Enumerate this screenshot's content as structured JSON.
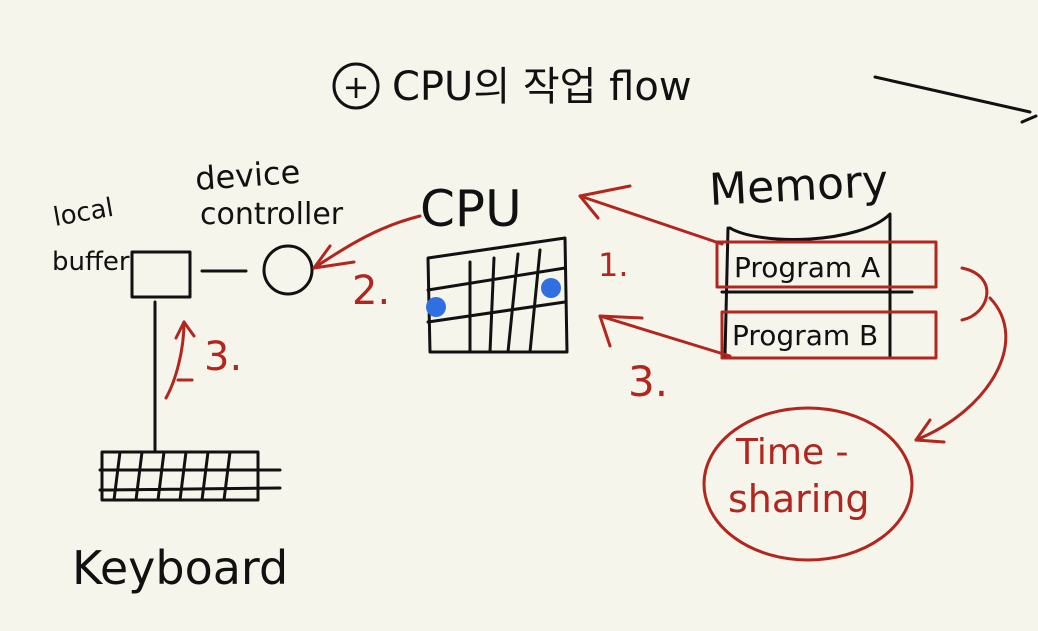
{
  "title": {
    "circled_symbol": "+",
    "text": "CPU의 작업 flow"
  },
  "labels": {
    "local_buffer_line1": "local",
    "local_buffer_line2": "buffer",
    "device_controller_line1": "device",
    "device_controller_line2": "controller",
    "cpu": "CPU",
    "memory": "Memory",
    "program_a": "Program A",
    "program_b": "Program B",
    "keyboard": "Keyboard",
    "time_sharing_line1": "Time -",
    "time_sharing_line2": "sharing"
  },
  "steps": {
    "step1": "1.",
    "step2": "2.",
    "step3_cpu": "3.",
    "step3_buffer": "3."
  },
  "colors": {
    "ink": "#111111",
    "red_ink": "#b3261e",
    "handle": "#2f6fe0",
    "background": "#f5f5ec"
  }
}
